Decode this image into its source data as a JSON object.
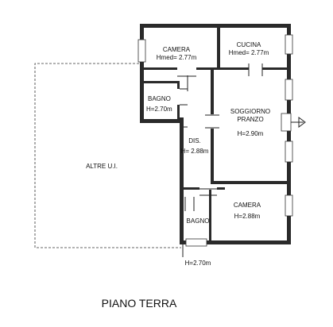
{
  "colors": {
    "wall": "#2a2a2a",
    "background": "#ffffff",
    "ink": "#111111"
  },
  "title": "PIANO TERRA",
  "rooms": {
    "camera_top": {
      "name": "CAMERA",
      "height": "Hmed= 2.77m"
    },
    "cucina": {
      "name": "CUCINA",
      "height": "Hmed= 2.77m"
    },
    "bagno_top": {
      "name": "BAGNO",
      "height": "H=2.70m"
    },
    "soggiorno": {
      "name": "SOGGIORNO",
      "name2": "PRANZO",
      "height": "H=2.90m"
    },
    "dis": {
      "name": "DIS.",
      "height": "H= 2.88m"
    },
    "altre": {
      "name": "ALTRE U.I."
    },
    "camera_bottom": {
      "name": "CAMERA",
      "height": "H=2.88m"
    },
    "bagno_bottom": {
      "name": "BAGNO",
      "height": "H=2.70m"
    }
  }
}
